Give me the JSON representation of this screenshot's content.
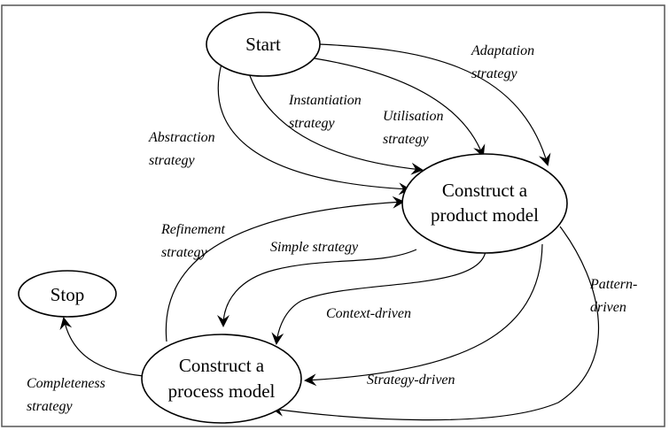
{
  "nodes": {
    "start": {
      "label": "Start"
    },
    "stop": {
      "label": "Stop"
    },
    "product": {
      "line1": "Construct a",
      "line2": "product model"
    },
    "process": {
      "line1": "Construct a",
      "line2": "process model"
    }
  },
  "edges": {
    "adaptation": {
      "line1": "Adaptation",
      "line2": "strategy"
    },
    "instantiation": {
      "line1": "Instantiation",
      "line2": "strategy"
    },
    "utilisation": {
      "line1": "Utilisation",
      "line2": "strategy"
    },
    "abstraction": {
      "line1": "Abstraction",
      "line2": "strategy"
    },
    "refinement": {
      "line1": "Refinement",
      "line2": "strategy"
    },
    "simple": {
      "line1": "Simple strategy"
    },
    "context": {
      "line1": "Context-driven"
    },
    "pattern": {
      "line1": "Pattern-",
      "line2": "driven"
    },
    "strategy_driven": {
      "line1": "Strategy-driven"
    },
    "completeness": {
      "line1": "Completeness",
      "line2": "strategy"
    }
  }
}
